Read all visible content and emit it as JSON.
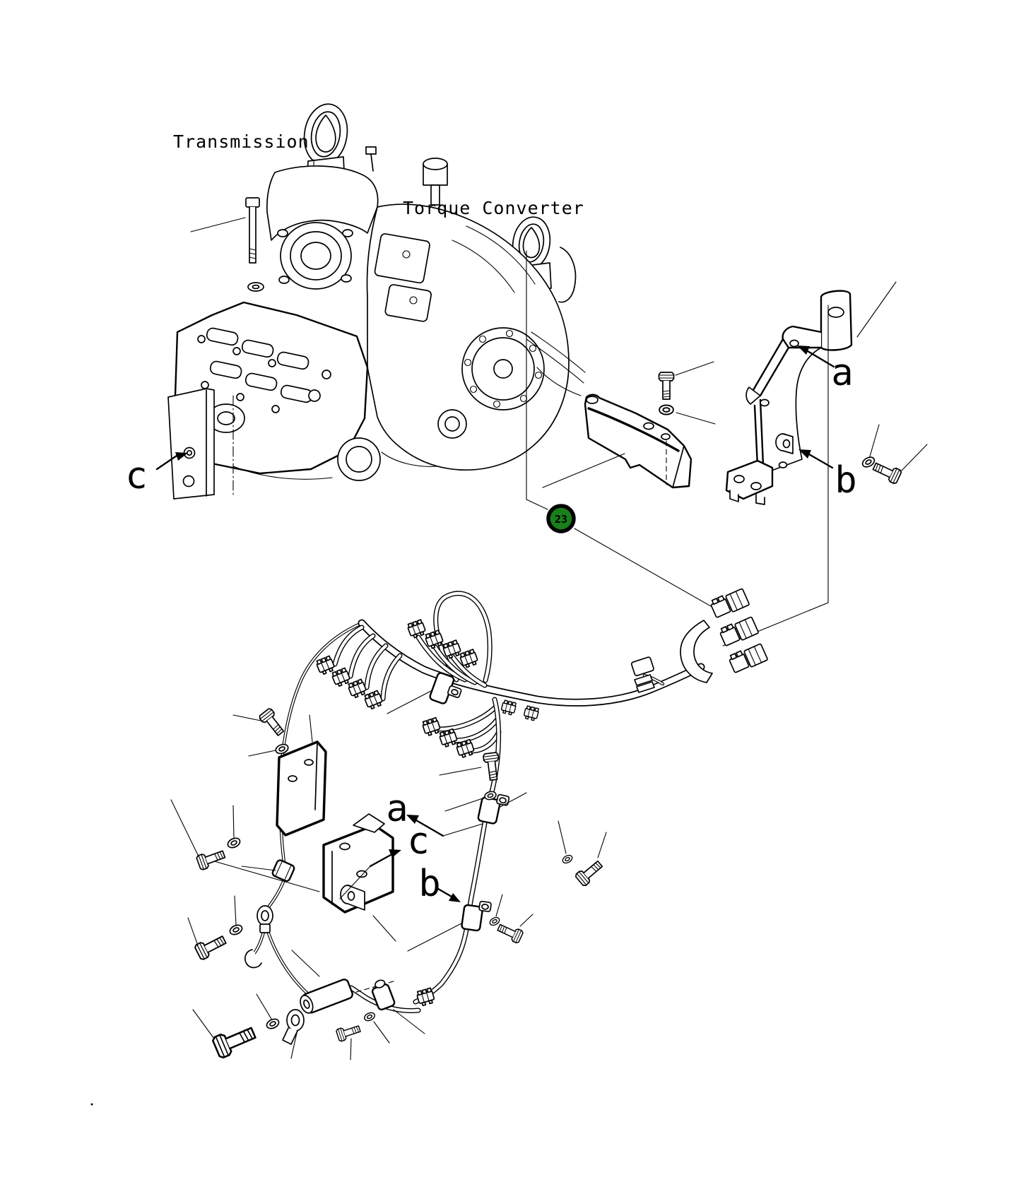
{
  "page": {
    "background": "#ffffff",
    "ink_color": "#000000"
  },
  "labels": {
    "transmission": "Transmission",
    "torque_converter": "Torque Converter"
  },
  "balloon": {
    "number": "23",
    "fill_color": "#1a7f1a",
    "ring_color": "#000000",
    "number_color": "#ffffff"
  },
  "upper_view": {
    "label_a": "a",
    "label_b": "b",
    "label_c": "c"
  },
  "lower_view": {
    "label_a": "a",
    "label_b": "b",
    "label_c": "c"
  }
}
